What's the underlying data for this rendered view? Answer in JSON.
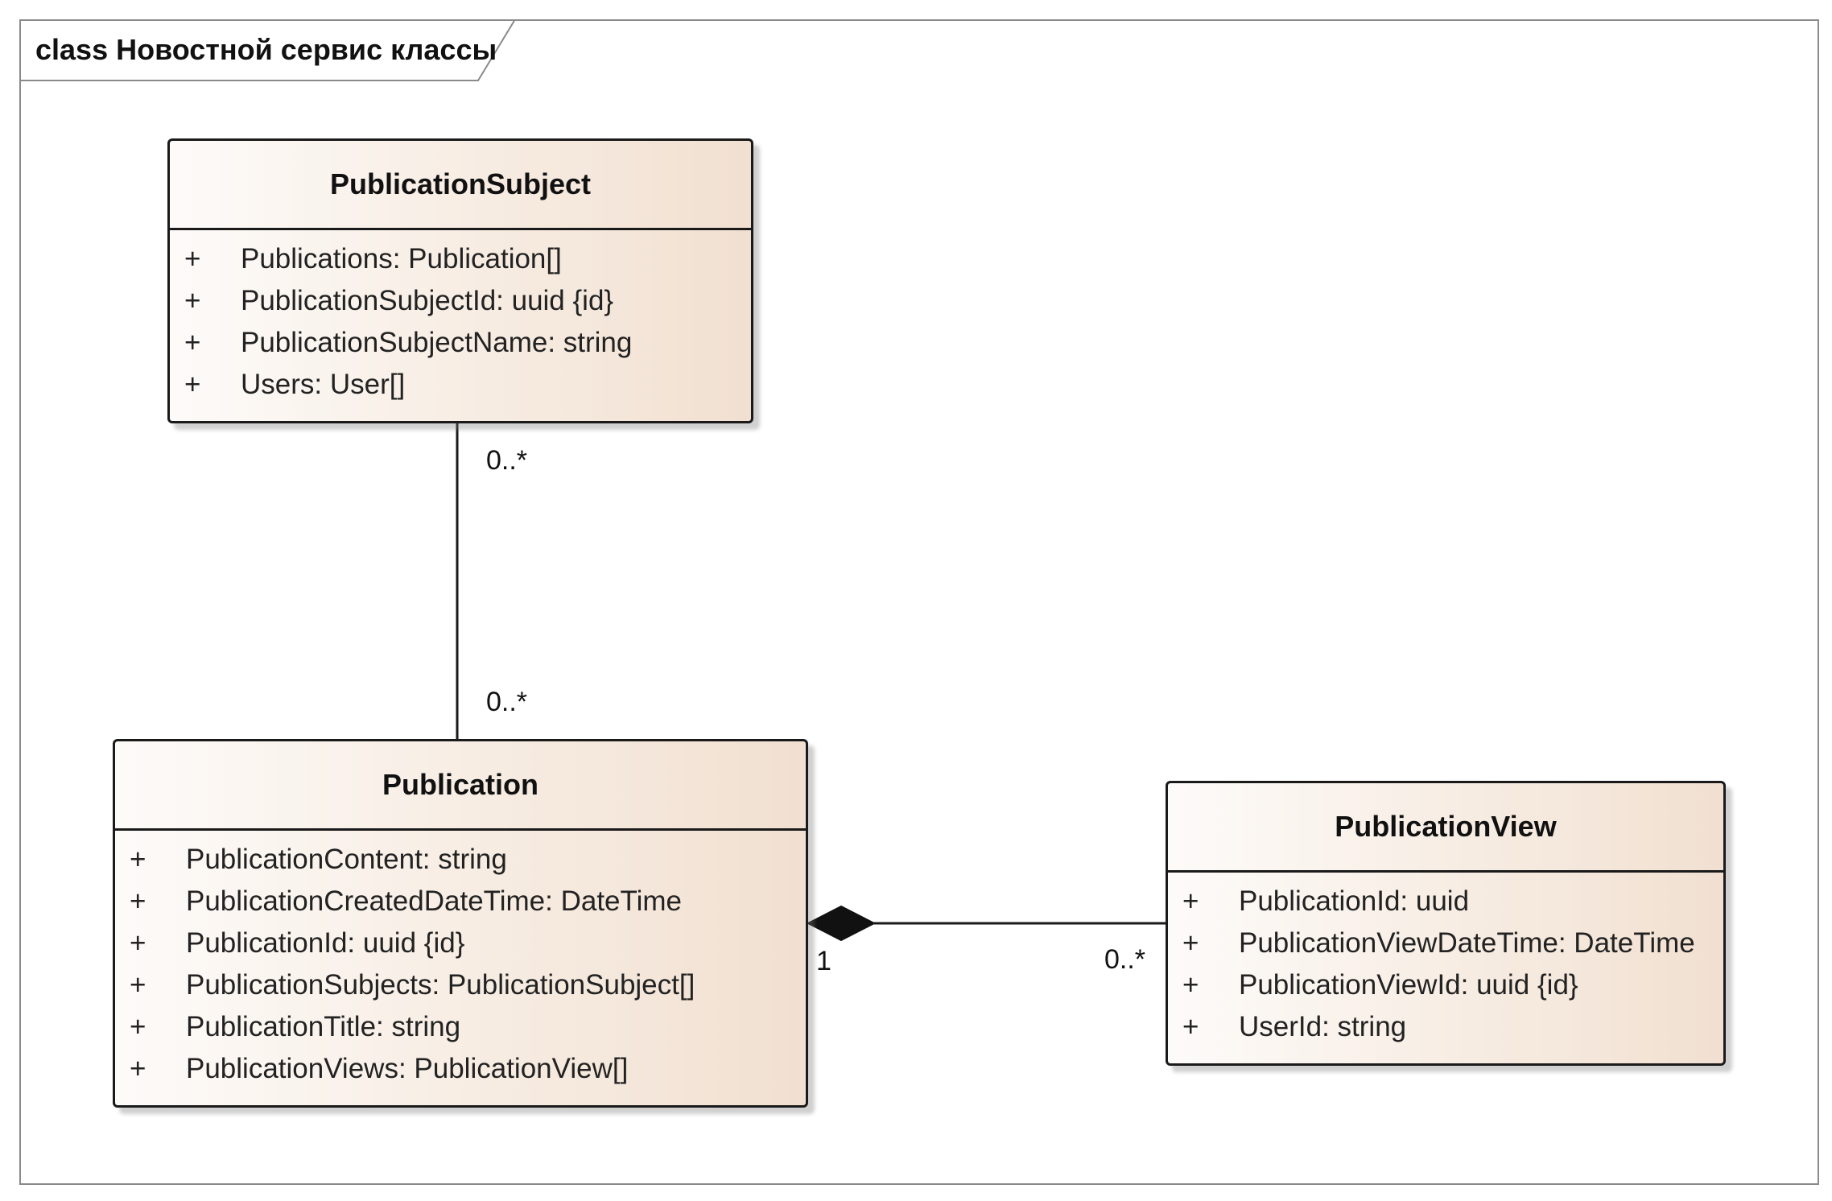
{
  "frame": {
    "title": "class Новостной сервис классы"
  },
  "classes": {
    "publication_subject": {
      "name": "PublicationSubject",
      "attributes": [
        {
          "visibility": "+",
          "text": "Publications: Publication[]"
        },
        {
          "visibility": "+",
          "text": "PublicationSubjectId: uuid {id}"
        },
        {
          "visibility": "+",
          "text": "PublicationSubjectName: string"
        },
        {
          "visibility": "+",
          "text": "Users: User[]"
        }
      ]
    },
    "publication": {
      "name": "Publication",
      "attributes": [
        {
          "visibility": "+",
          "text": "PublicationContent: string"
        },
        {
          "visibility": "+",
          "text": "PublicationCreatedDateTime: DateTime"
        },
        {
          "visibility": "+",
          "text": "PublicationId: uuid {id}"
        },
        {
          "visibility": "+",
          "text": "PublicationSubjects: PublicationSubject[]"
        },
        {
          "visibility": "+",
          "text": "PublicationTitle: string"
        },
        {
          "visibility": "+",
          "text": "PublicationViews: PublicationView[]"
        }
      ]
    },
    "publication_view": {
      "name": "PublicationView",
      "attributes": [
        {
          "visibility": "+",
          "text": "PublicationId: uuid"
        },
        {
          "visibility": "+",
          "text": "PublicationViewDateTime: DateTime"
        },
        {
          "visibility": "+",
          "text": "PublicationViewId: uuid {id}"
        },
        {
          "visibility": "+",
          "text": "UserId: string"
        }
      ]
    }
  },
  "associations": {
    "subject_publication": {
      "kind": "association",
      "subject_end": "0..*",
      "publication_end": "0..*"
    },
    "publication_view": {
      "kind": "composition",
      "publication_end": "1",
      "view_end": "0..*"
    }
  },
  "colors": {
    "line": "#1a1a1a",
    "frame": "#8a8a8a",
    "box_fill_start": "#fdfbf9",
    "box_fill_end": "#f1e0d1"
  }
}
